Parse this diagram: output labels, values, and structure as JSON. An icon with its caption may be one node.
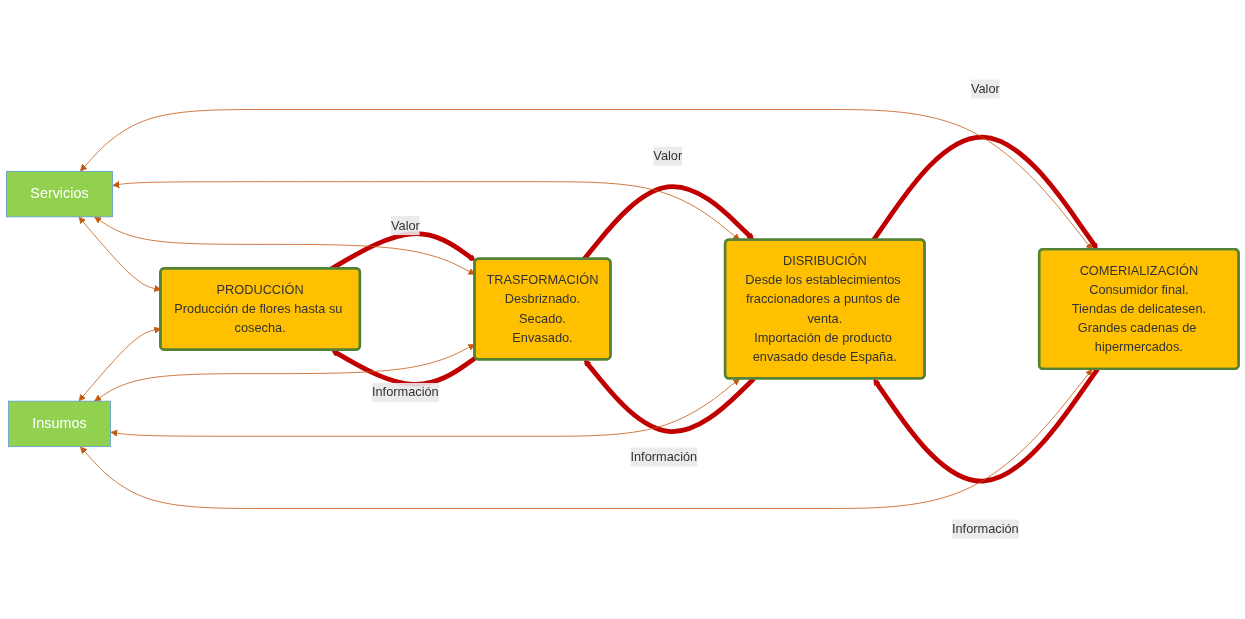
{
  "diagram": {
    "nodes": [
      {
        "text": [
          "Servicios"
        ]
      },
      {
        "text": [
          "PRODUCCIÓN",
          "Producción de flores hasta su cosecha."
        ]
      },
      {
        "text": [
          "TRASFORMACIÓN",
          "Desbriznado.",
          "Secado.",
          "Envasado."
        ]
      },
      {
        "text": [
          "DISRIBUCIÓN",
          "Desde los establecimientos fraccionadores a puntos de venta.",
          "Importación de producto envasado desde España."
        ]
      },
      {
        "text": [
          "COMERIALIZACIÓN",
          "Consumidor final.",
          "Tiendas de delicatesen.",
          "Grandes cadenas de hipermercados."
        ]
      },
      {
        "text": [
          "Insumos"
        ]
      }
    ],
    "edges": [
      {
        "from": 1,
        "to": 2,
        "arrow": "to",
        "label": "Valor",
        "style": "thick",
        "color": "#c00000"
      },
      {
        "from": 2,
        "to": 3,
        "arrow": "to",
        "label": "Valor",
        "style": "thick",
        "color": "#c00000"
      },
      {
        "from": 3,
        "to": 4,
        "arrow": "to",
        "label": "Valor",
        "style": "thick",
        "color": "#c00000"
      },
      {
        "from": 2,
        "to": 1,
        "arrow": "to",
        "label": "Información",
        "style": "thick",
        "color": "#c00000"
      },
      {
        "from": 3,
        "to": 2,
        "arrow": "to",
        "label": "Información",
        "style": "thick",
        "color": "#c00000"
      },
      {
        "from": 4,
        "to": 3,
        "arrow": "to",
        "label": "Información",
        "style": "thick",
        "color": "#c00000"
      },
      {
        "from": 0,
        "to": 1,
        "arrow": "both"
      },
      {
        "from": 0,
        "to": 2,
        "arrow": "both"
      },
      {
        "from": 0,
        "to": 3,
        "arrow": "both"
      },
      {
        "from": 0,
        "to": 4,
        "arrow": "both"
      },
      {
        "from": 5,
        "to": 1,
        "arrow": "both"
      },
      {
        "from": 5,
        "to": 2,
        "arrow": "both"
      },
      {
        "from": 5,
        "to": 3,
        "arrow": "both"
      },
      {
        "from": 5,
        "to": 4,
        "arrow": "both"
      }
    ]
  }
}
